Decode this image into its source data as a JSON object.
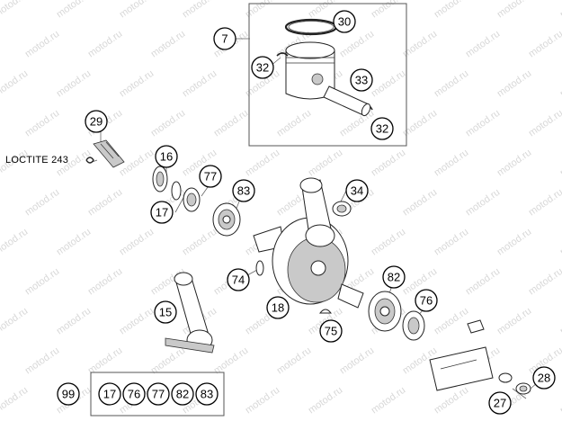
{
  "labels": {
    "loctite": "LOCTITE 243",
    "watermark": "motod.ru"
  },
  "callouts": {
    "c30": "30",
    "c7": "7",
    "c32a": "32",
    "c33": "33",
    "c32b": "32",
    "c29": "29",
    "c16": "16",
    "c77": "77",
    "c83": "83",
    "c34": "34",
    "c17": "17",
    "c74": "74",
    "c82": "82",
    "c76": "76",
    "c15": "15",
    "c18": "18",
    "c75": "75",
    "c28": "28",
    "c27": "27"
  },
  "kit": {
    "number": "99",
    "items": [
      "17",
      "76",
      "77",
      "82",
      "83"
    ]
  }
}
